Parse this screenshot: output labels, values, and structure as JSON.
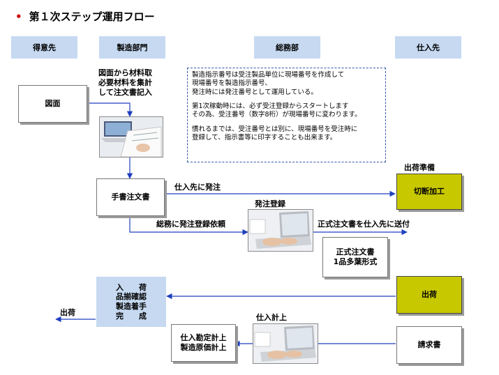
{
  "title": "第１次ステップ運用フロー",
  "lanes": [
    "得意先",
    "製造部門",
    "総務部",
    "仕入先"
  ],
  "note": [
    "製造指示番号は受注製品単位に現場番号を作成して\n現場番号を製造指示番号、\n発注時には発注番号として運用している。",
    "第1次稼動時には、必ず受注登録からスタートします\nその為、受注番号（数字8桁）が現場番号に変わります。",
    "慣れるまでは、受注番号とは別に、現場番号を受注時に\n登録して、指示書等に印字することも出来ます。"
  ],
  "boxes": {
    "drawing": "図面",
    "handwritten_order": "手書注文書",
    "cutting": "切断加工",
    "formal_order": "正式注文書\n1品多葉形式",
    "shipment": "出荷",
    "invoice": "請求書",
    "purchase_record": "仕入勘定計上\n製造原価計上",
    "status": "入　　荷\n品揃確認\n製造着手\n完　　成"
  },
  "labels": {
    "material_calc": "図面から材料取\n必要材料を集計\nして注文書記入",
    "order_to_supplier": "仕入先に発注",
    "request_registration": "総務に発注登録依頼",
    "order_registration": "発注登録",
    "send_formal_order": "正式注文書を仕入先に送付",
    "shipping_prep": "出荷準備",
    "purchase_posting": "仕入計上",
    "ship_out": "出荷"
  }
}
